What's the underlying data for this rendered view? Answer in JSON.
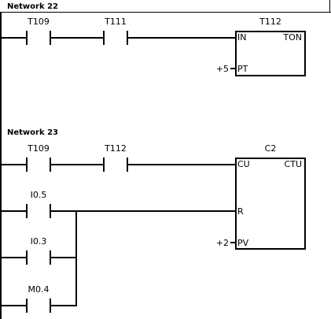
{
  "networks": [
    {
      "title": "Network 22",
      "contacts": [
        "T109",
        "T111"
      ],
      "block": {
        "name": "T112",
        "type": "TON",
        "in_label": "IN",
        "param_value": "+5",
        "param_label": "PT"
      }
    },
    {
      "title": "Network 23",
      "contacts": [
        "T109",
        "T112"
      ],
      "reset_contacts": [
        "I0.5",
        "I0.3",
        "M0.4"
      ],
      "block": {
        "name": "C2",
        "type": "CTU",
        "in_label": "CU",
        "reset_label": "R",
        "param_value": "+2",
        "param_label": "PV"
      }
    }
  ]
}
